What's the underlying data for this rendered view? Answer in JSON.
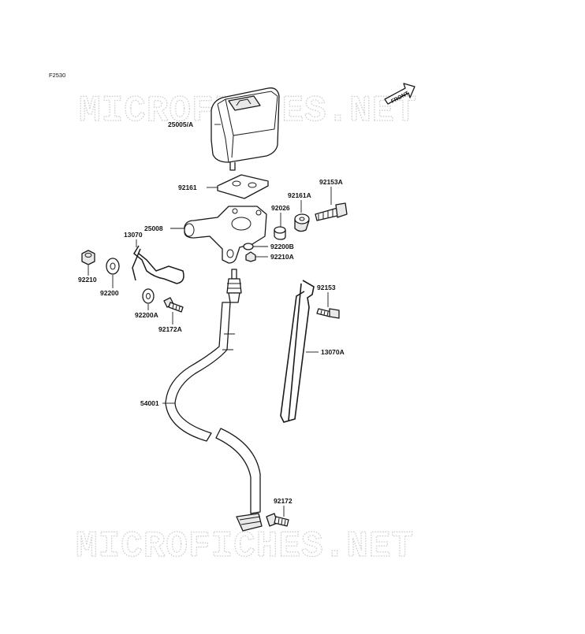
{
  "figure_code": "F2530",
  "watermark": "MICROFICHES.NET",
  "front_label": "FRONT",
  "parts": [
    {
      "label": "25005/A"
    },
    {
      "label": "92161"
    },
    {
      "label": "92161A"
    },
    {
      "label": "92153A"
    },
    {
      "label": "92026"
    },
    {
      "label": "25008"
    },
    {
      "label": "13070"
    },
    {
      "label": "92200B"
    },
    {
      "label": "92210A"
    },
    {
      "label": "92210"
    },
    {
      "label": "92200"
    },
    {
      "label": "92200A"
    },
    {
      "label": "92172A"
    },
    {
      "label": "92153"
    },
    {
      "label": "13070A"
    },
    {
      "label": "54001"
    },
    {
      "label": "92172"
    }
  ]
}
